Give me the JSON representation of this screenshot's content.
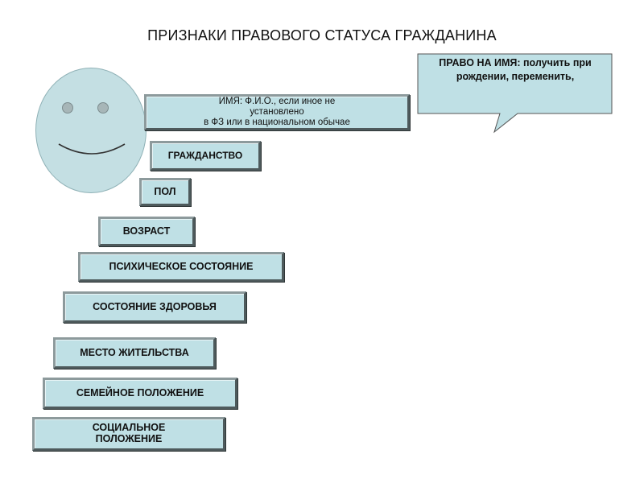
{
  "title": "ПРИЗНАКИ ПРАВОВОГО СТАТУСА ГРАЖДАНИНА",
  "callout": {
    "text": "ПРАВО НА ИМЯ: получить при рождении, переменить,"
  },
  "items": {
    "name": {
      "line1": "ИМЯ: Ф.И.О., если иное не",
      "line2": "установлено",
      "line3": "в ФЗ или в национальном обычае"
    },
    "citizenship": "ГРАЖДАНСТВО",
    "sex": "ПОЛ",
    "age": "ВОЗРАСТ",
    "mental_state": "ПСИХИЧЕСКОЕ СОСТОЯНИЕ",
    "health_state": "СОСТОЯНИЕ ЗДОРОВЬЯ",
    "residence": "МЕСТО ЖИТЕЛЬСТВА",
    "family_status": "СЕМЕЙНОЕ ПОЛОЖЕНИЕ",
    "social_status": "СОЦИАЛЬНОЕ ПОЛОЖЕНИЕ"
  },
  "colors": {
    "box_fill": "#bfe0e5",
    "face_fill": "#c4dfe3",
    "border": "#5f6d6f"
  },
  "icons": {
    "face": "smiley-face-icon"
  }
}
